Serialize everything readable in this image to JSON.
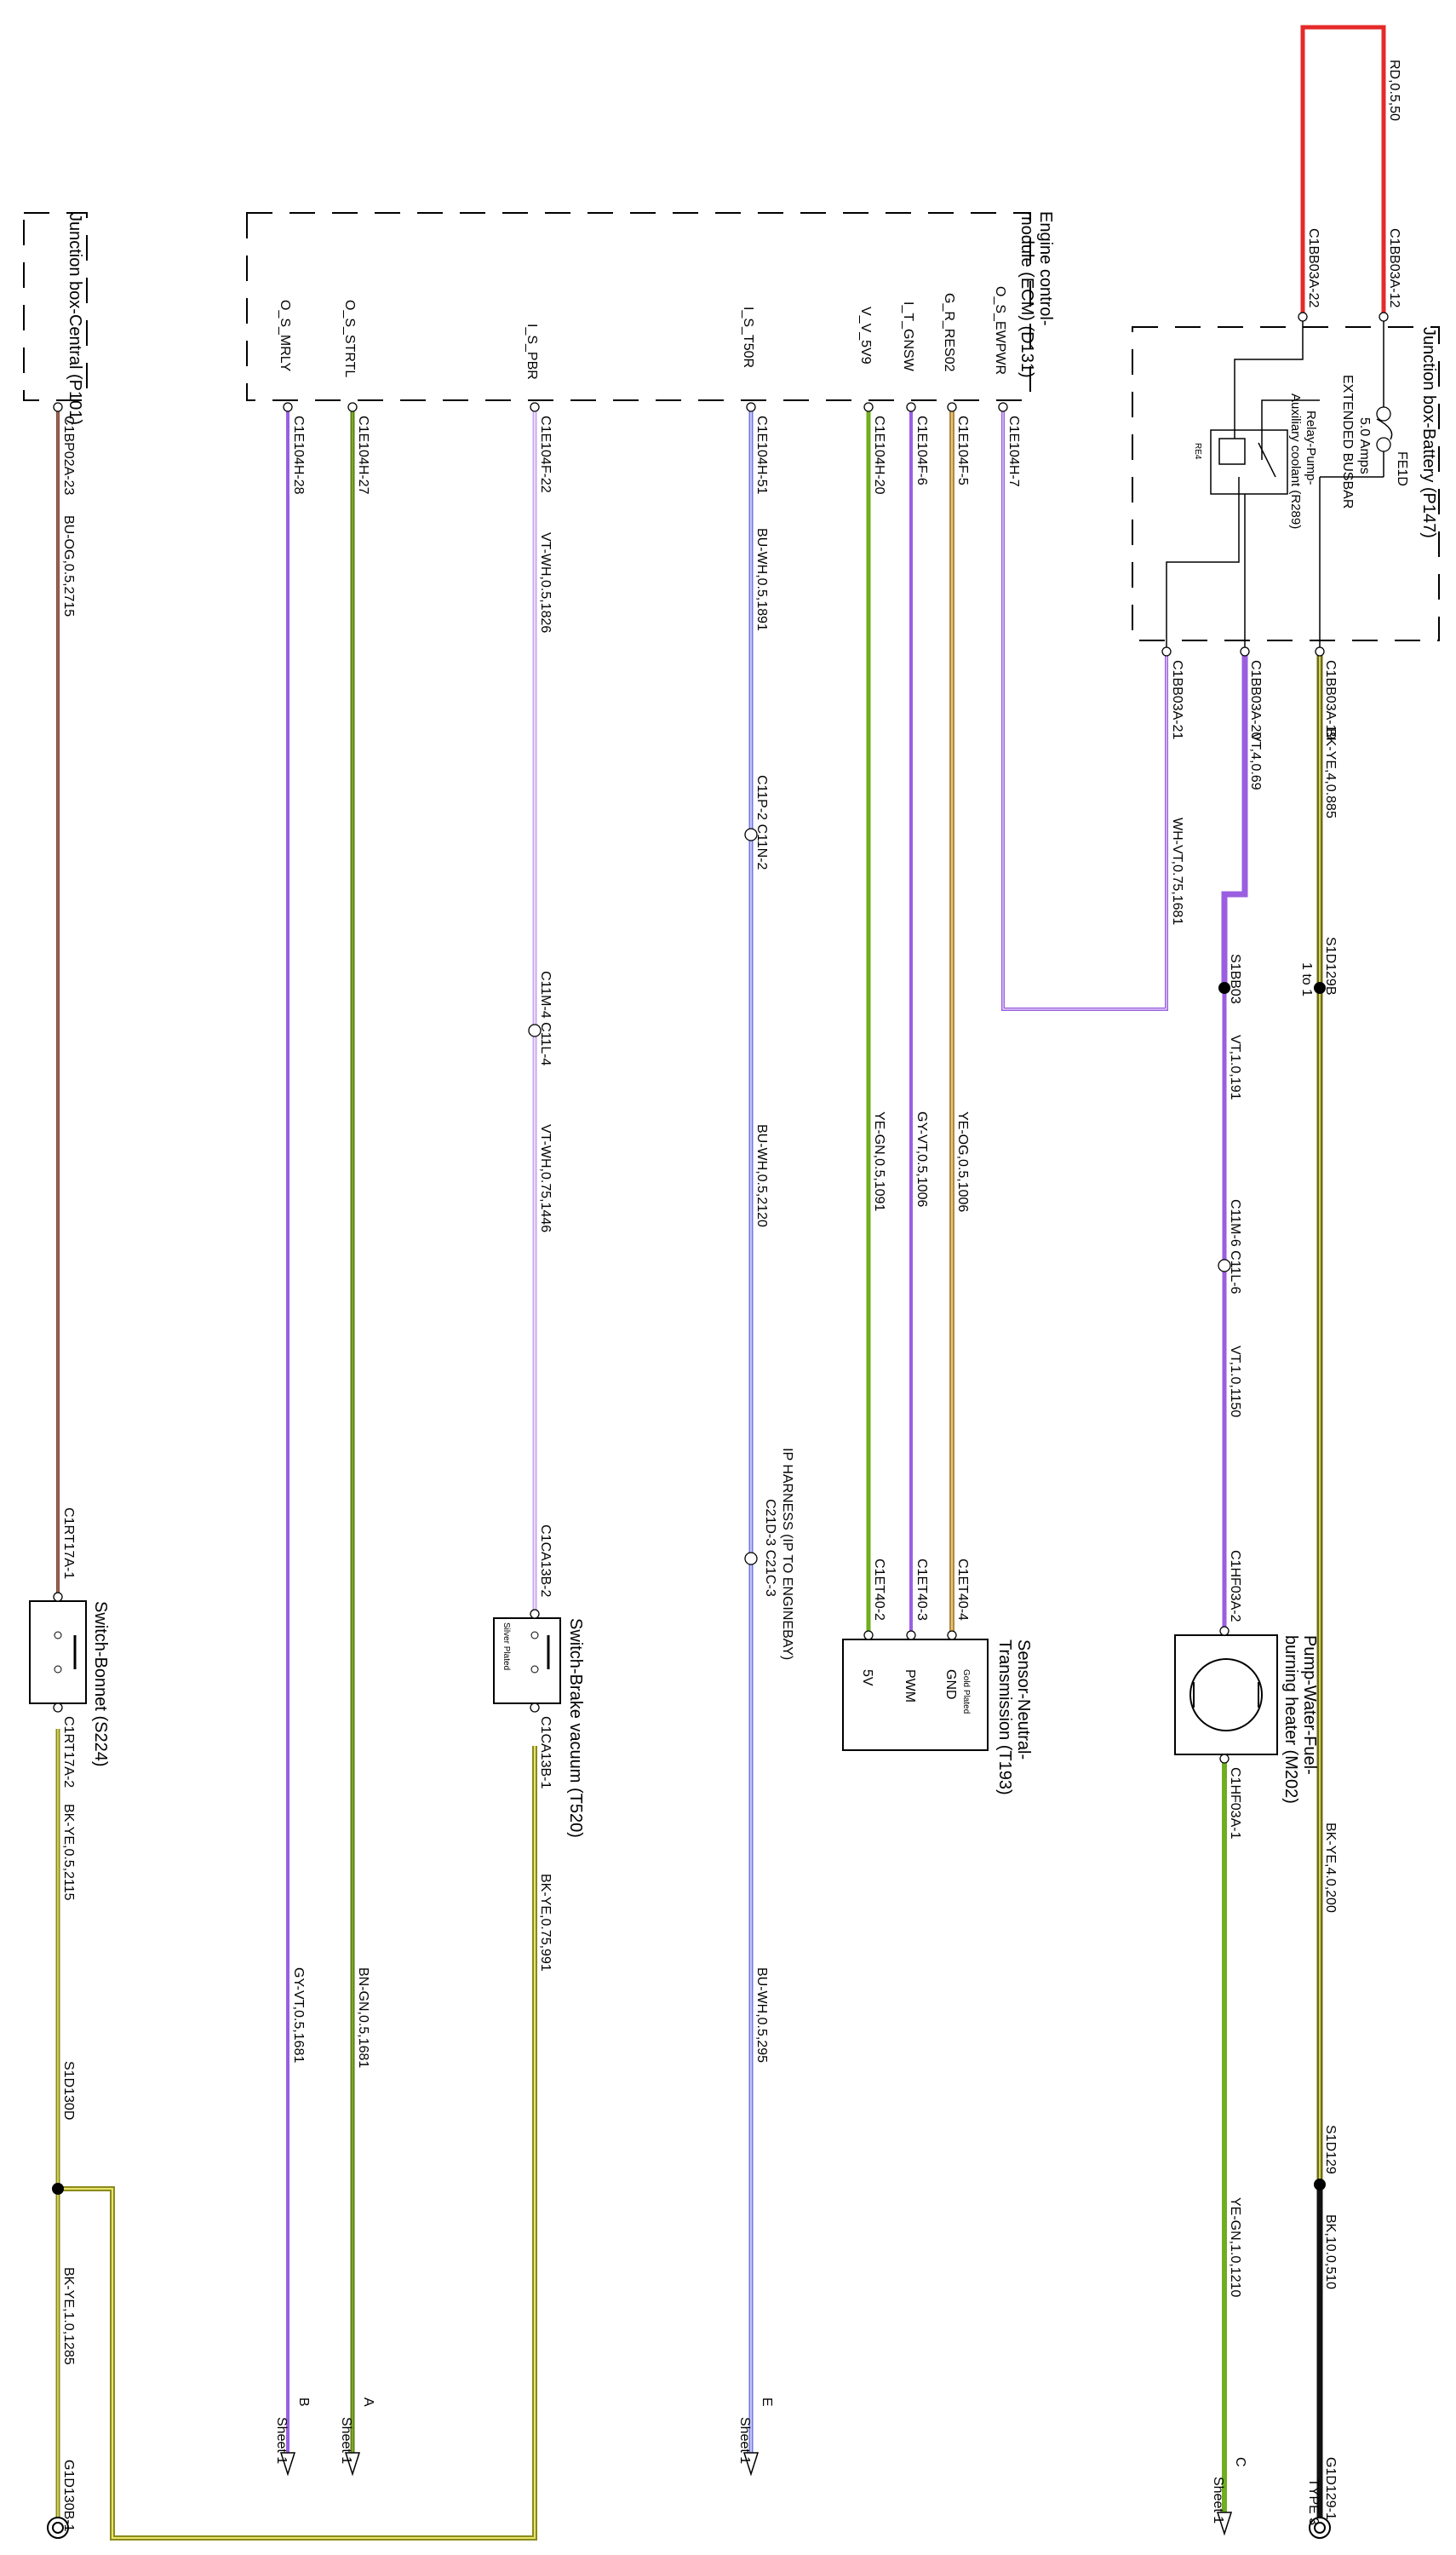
{
  "components": {
    "jb_central": "Junction box-Central (P101)",
    "ecm_1": "Engine control-",
    "ecm_2": "module (ECM) (D131)",
    "jb_battery": "Junction box-Battery (P147)",
    "sensor_1": "Sensor-Neutral-",
    "sensor_2": "Transmission (T193)",
    "pump_1": "Pump-Water-Fuel-",
    "pump_2": "burning heater (M202)",
    "sw_bonnet": "Switch-Bonnet (S224)",
    "sw_brake": "Switch-Brake vacuum (T520)"
  },
  "ecm_pins": {
    "o_s_mrly": "O_S_MRLY",
    "o_s_strtl": "O_S_STRTL",
    "i_s_pbr": "I_S_PBR",
    "i_s_t50r": "I_S_T50R",
    "v_v_5v9": "V_V_5V9",
    "i_t_gnsw": "I_T_GNSW",
    "g_r_res02": "G_R_RES02",
    "o_s_ewpwr": "O_S_EWPWR"
  },
  "connectors": {
    "c1bp02a_23": "C1BP02A-23",
    "c1e104h_28": "C1E104H-28",
    "c1e104h_27": "C1E104H-27",
    "c1e104f_22": "C1E104F-22",
    "c1e104h_51": "C1E104H-51",
    "c1e104h_20": "C1E104H-20",
    "c1e104f_6": "C1E104F-6",
    "c1e104f_5": "C1E104F-5",
    "c1e104h_7": "C1E104H-7",
    "c1bb03a_22": "C1BB03A-22",
    "c1bb03a_12": "C1BB03A-12",
    "c1bb03a_21": "C1BB03A-21",
    "c1bb03a_20": "C1BB03A-20",
    "c1bb03a_19": "C1BB03A-19",
    "c11p_c11n": "C11P-2 C11N-2",
    "c11m4_c11l4": "C11M-4 C11L-4",
    "c11m6_c11l6": "C11M-6 C11L-6",
    "ip_harness_1": "IP HARNESS (IP TO ENGINEBAY)",
    "ip_harness_2": "C21D-3 C21C-3",
    "c1rt17a_1": "C1RT17A-1",
    "c1rt17a_2": "C1RT17A-2",
    "c1ca13b_2": "C1CA13B-2",
    "c1ca13b_1": "C1CA13B-1",
    "c1et40_4": "C1ET40-4",
    "c1et40_3": "C1ET40-3",
    "c1et40_2": "C1ET40-2",
    "c1hf03a_2": "C1HF03A-2",
    "c1hf03a_1": "C1HF03A-1",
    "s1d129b": "S1D129B",
    "s1bb03": "S1BB03",
    "s1d130d": "S1D130D",
    "s1d129": "S1D129",
    "g1d130b_1": "G1D130B-1",
    "g1d129_1": "G1D129-1"
  },
  "wires": {
    "bu_og_2715": "BU-OG,0.5,2715",
    "vt_wh_1826": "VT-WH,0.5,1826",
    "bu_wh_1891": "BU-WH,0.5,1891",
    "wh_vt_1681": "WH-VT,0.75,1681",
    "vt_4_69": "VT,4,0.69",
    "bk_ye_885": "BK-YE,4,0.885",
    "vt_1_191": "VT,1.0,191",
    "vt_1_1150": "VT,1.0,1150",
    "vt_wh_1446": "VT-WH,0.75,1446",
    "bu_wh_2120": "BU-WH,0.5,2120",
    "ye_gn_1091": "YE-GN,0.5,1091",
    "gy_vt_1006": "GY-VT,0.5,1006",
    "ye_og_1006": "YE-OG,0.5,1006",
    "rd_050": "RD,0.5,50",
    "bk_ye_2115": "BK-YE,0.5,2115",
    "bk_ye_991": "BK-YE,0.75,991",
    "bn_gn_1681": "BN-GN,0.5,1681",
    "gy_vt_1681": "GY-VT,0.5,1681",
    "bu_wh_295": "BU-WH,0.5,295",
    "bk_ye_1285": "BK-YE,1.0,1285",
    "ye_gn_1210": "YE-GN,1.0,1210",
    "bk_ye_200": "BK-YE,4.0,200",
    "bk_10_510": "BK,10.0,510"
  },
  "battery_box": {
    "fuse_id": "FE1D",
    "fuse_rating": "5.0 Amps",
    "busbar": "EXTENDED BUSBAR",
    "relay_1": "Relay-Pump-",
    "relay_2": "Auxiliary coolant (R289)",
    "relay_tag": "RE4",
    "ratio": "1 to 1"
  },
  "sensor_pins": {
    "gold": "Gold Plated",
    "gnd": "GND",
    "pwm": "PWM",
    "v5": "5V"
  },
  "switch": {
    "silver": "Silver Plated"
  },
  "sheet_refs": {
    "e": "E",
    "a": "A",
    "b": "B",
    "c": "C",
    "sheet": "Sheet 1",
    "type3": "TYPE 3"
  },
  "colors": {
    "red": "#e52a2a",
    "violet": "#9a5fe0",
    "violet_light": "#c8a4ef",
    "blue": "#6f76e6",
    "green": "#6fae1f",
    "gold": "#c49a4e",
    "olive": "#8a8a1e",
    "maroon": "#9b3a4a",
    "black": "#111111"
  }
}
